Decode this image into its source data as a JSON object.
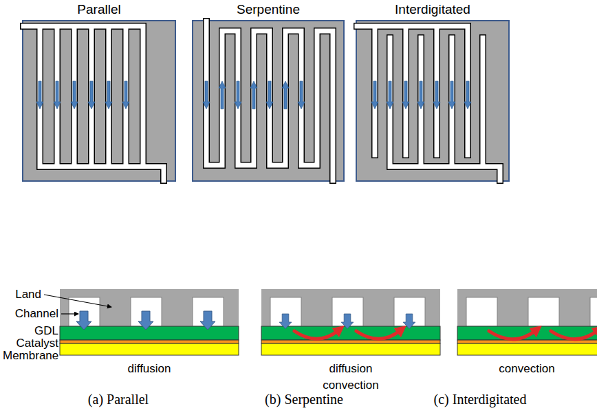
{
  "diagram": {
    "nodes": [
      {
        "text": [
          "Parallel"
        ]
      },
      {
        "text": [
          "Serpentine"
        ]
      },
      {
        "text": [
          "Interdigitated"
        ]
      }
    ],
    "labels": [
      "Land",
      "Channel",
      "GDL",
      "Catalyst",
      "Membrane",
      "diffusion",
      "diffusion convection",
      "convection",
      "(a) Parallel",
      "(b) Serpentine",
      "(c) Interdigitated"
    ]
  }
}
